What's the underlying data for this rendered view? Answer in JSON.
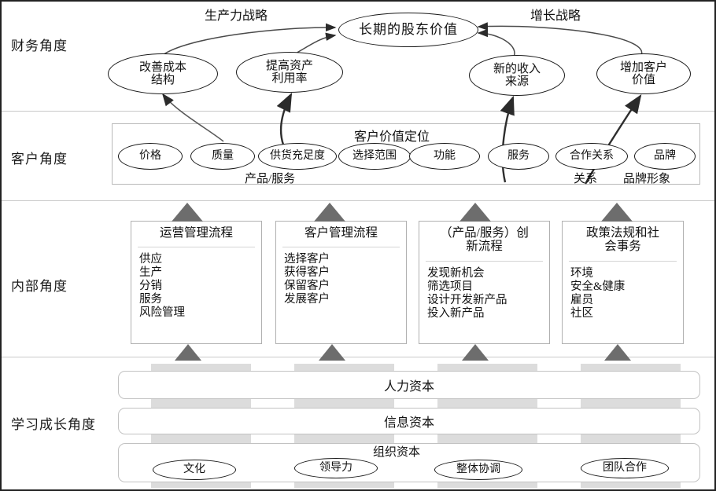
{
  "perspectives": [
    {
      "id": "financial",
      "label": "财务角度"
    },
    {
      "id": "customer",
      "label": "客户角度"
    },
    {
      "id": "internal",
      "label": "内部角度"
    },
    {
      "id": "learning",
      "label": "学习成长角度"
    }
  ],
  "financial": {
    "strategy_left": "生产力战略",
    "strategy_right": "增长战略",
    "main_goal": "长期的股东价值",
    "objectives": [
      {
        "label": "改善成本\n结构"
      },
      {
        "label": "提高资产\n利用率"
      },
      {
        "label": "新的收入\n来源"
      },
      {
        "label": "增加客户\n价值"
      }
    ]
  },
  "customer": {
    "title": "客户价值定位",
    "captions": [
      {
        "text": "产品/服务"
      },
      {
        "text": "关系"
      },
      {
        "text": "品牌形象"
      }
    ],
    "attributes": [
      {
        "label": "价格"
      },
      {
        "label": "质量"
      },
      {
        "label": "供货充足度"
      },
      {
        "label": "选择范围"
      },
      {
        "label": "功能"
      },
      {
        "label": "服务"
      },
      {
        "label": "合作关系"
      },
      {
        "label": "品牌"
      }
    ]
  },
  "internal": {
    "processes": [
      {
        "title": "运营管理流程",
        "items": [
          "供应",
          "生产",
          "分销",
          "服务",
          "风险管理"
        ]
      },
      {
        "title": "客户管理流程",
        "items": [
          "选择客户",
          "获得客户",
          "保留客户",
          "发展客户"
        ]
      },
      {
        "title": "（产品/服务）创\n新流程",
        "items": [
          "发现新机会",
          "筛选项目",
          "设计开发新产品",
          "投入新产品"
        ]
      },
      {
        "title": "政策法规和社\n会事务",
        "items": [
          "环境",
          "安全&健康",
          "雇员",
          "社区"
        ]
      }
    ]
  },
  "learning": {
    "bars": [
      {
        "label": "人力资本"
      },
      {
        "label": "信息资本"
      },
      {
        "label": "组织资本"
      }
    ],
    "org_caption": "组织资本",
    "org_items": [
      {
        "label": "文化"
      },
      {
        "label": "领导力"
      },
      {
        "label": "整体协调"
      },
      {
        "label": "团队合作"
      }
    ]
  },
  "colors": {
    "arrow_gray": "#6d6d6d",
    "band_gray": "#dcdcdc",
    "line_dark": "#1a1a1a",
    "border_light": "#b9b9b9"
  }
}
